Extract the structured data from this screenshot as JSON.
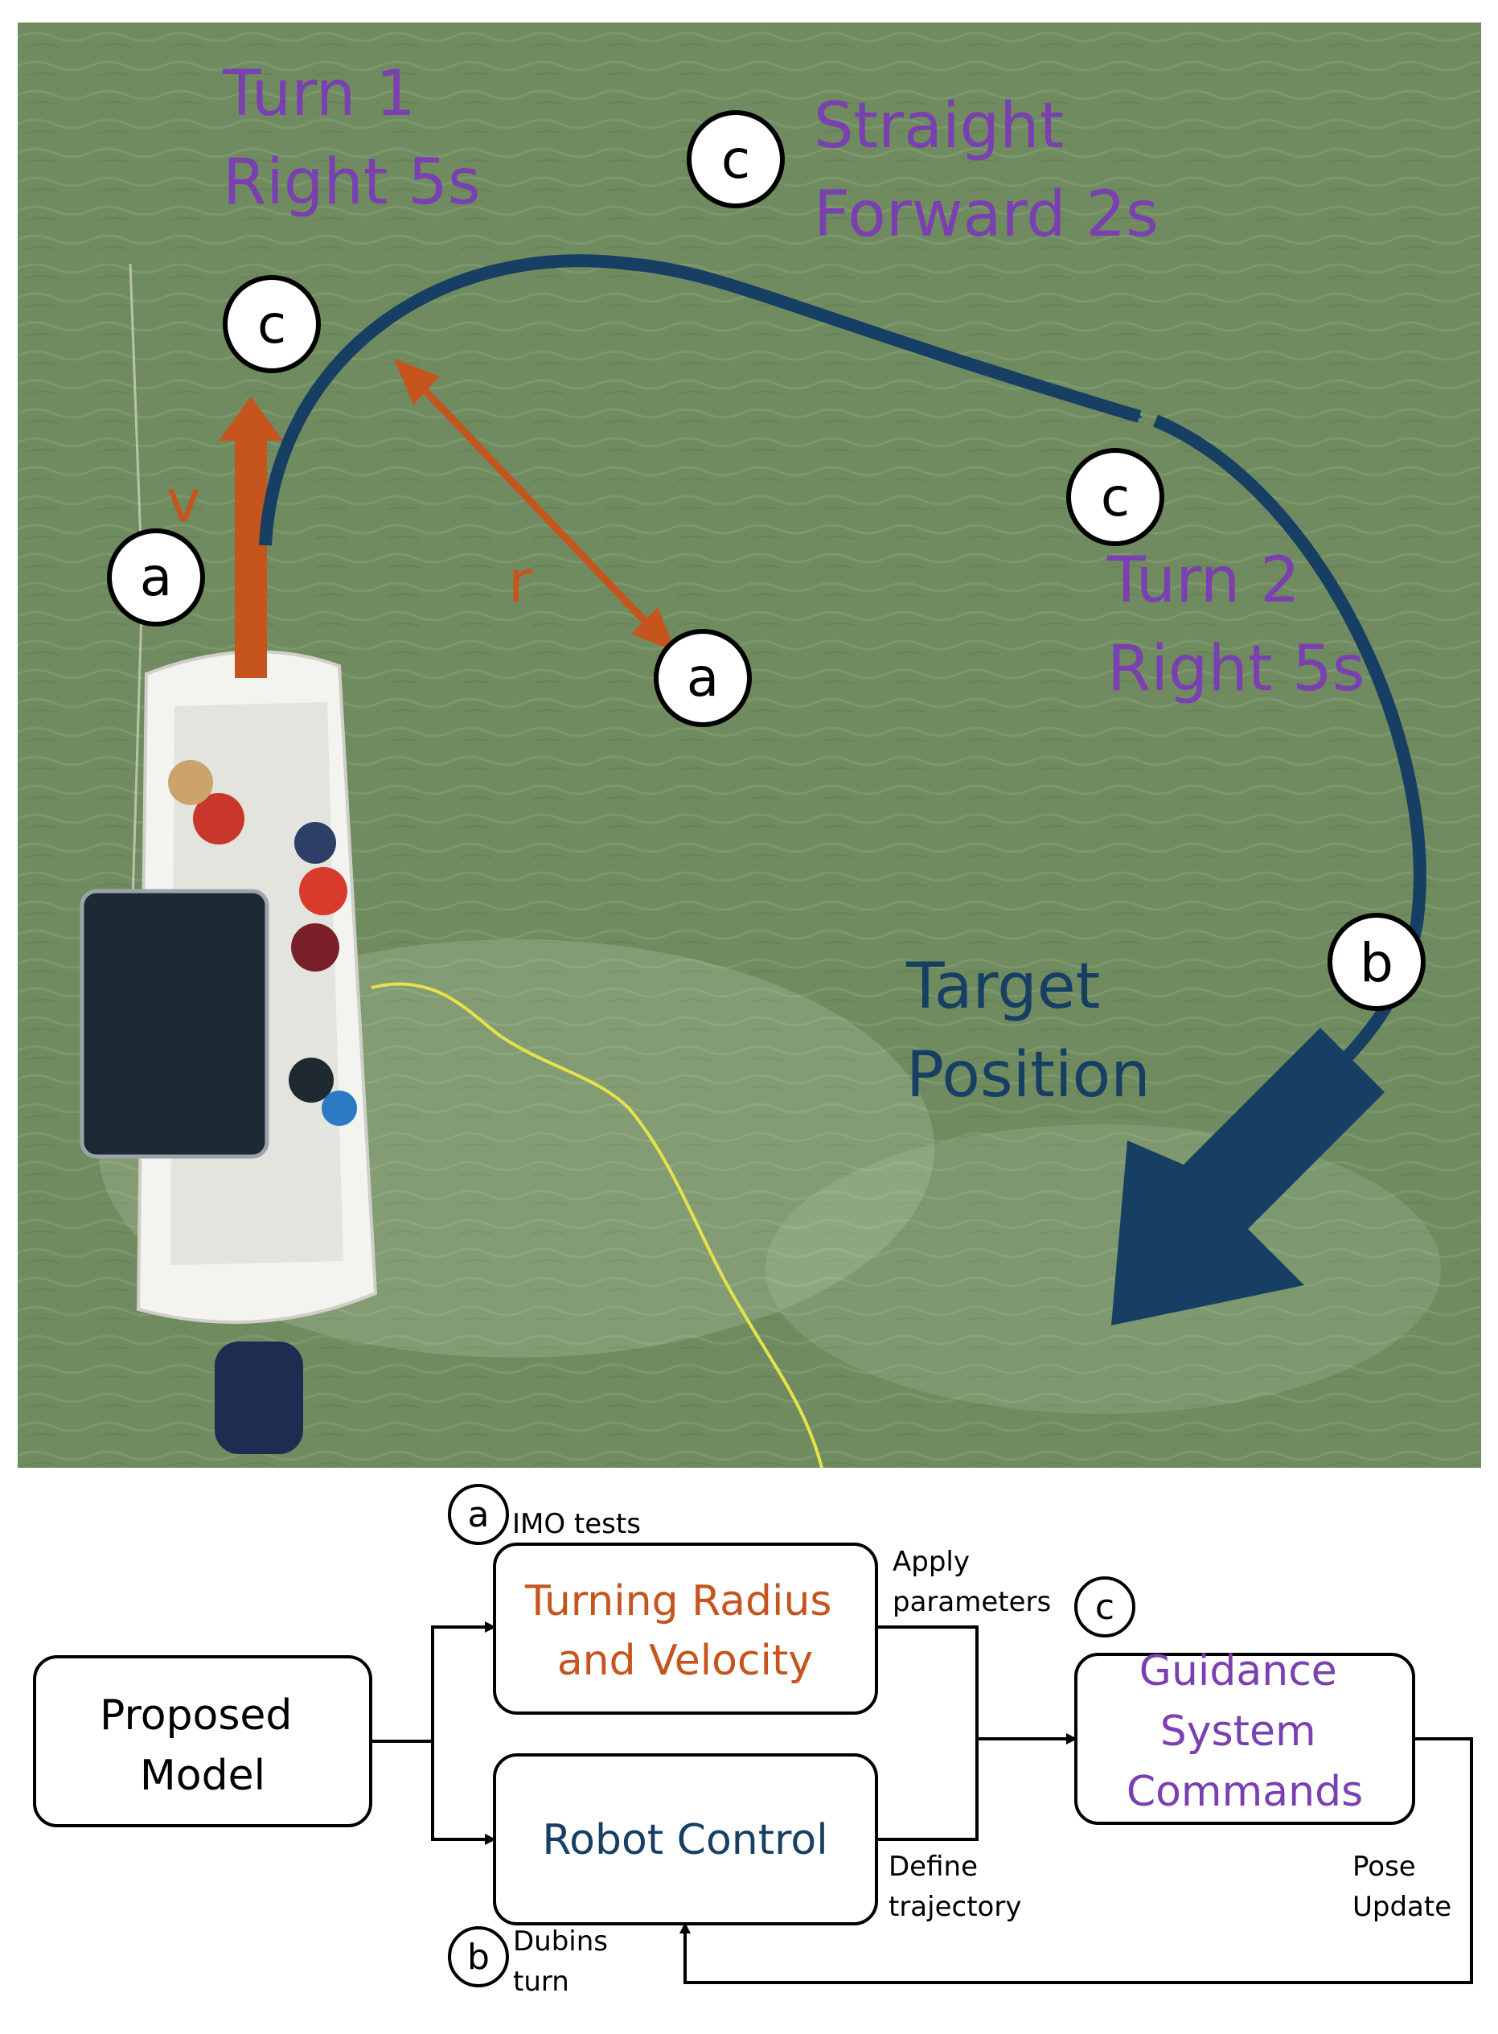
{
  "photo": {
    "labels": {
      "turn1": [
        "Turn 1",
        "Right 5s"
      ],
      "straight": [
        "Straight",
        "Forward 2s"
      ],
      "turn2": [
        "Turn 2",
        "Right 5s"
      ],
      "target": [
        "Target",
        "Position"
      ],
      "velocity": "v",
      "radius": "r"
    },
    "markers": {
      "a": "a",
      "b": "b",
      "c": "c"
    },
    "colors": {
      "water": "#6f8b5f",
      "path": "#173f63",
      "arrow": "#c5541d",
      "phase_text": "#7a3fb0",
      "target_text": "#173f63",
      "tether": "#e6e24b"
    }
  },
  "diagram": {
    "boxes": {
      "proposed_model": [
        "Proposed",
        "Model"
      ],
      "turning_radius": [
        "Turning Radius",
        "and Velocity"
      ],
      "robot_control": "Robot Control",
      "guidance": [
        "Guidance",
        "System",
        "Commands"
      ]
    },
    "annotations": {
      "imo_tests": "IMO tests",
      "apply_parameters": [
        "Apply",
        "parameters"
      ],
      "define_trajectory": [
        "Define",
        "trajectory"
      ],
      "dubins_turn": [
        "Dubins",
        "turn"
      ],
      "pose_update": [
        "Pose",
        "Update"
      ]
    },
    "markers": {
      "a": "a",
      "b": "b",
      "c": "c"
    },
    "colors": {
      "turning_radius_text": "#c5541d",
      "robot_control_text": "#173f63",
      "guidance_text": "#7a3fb0"
    }
  }
}
